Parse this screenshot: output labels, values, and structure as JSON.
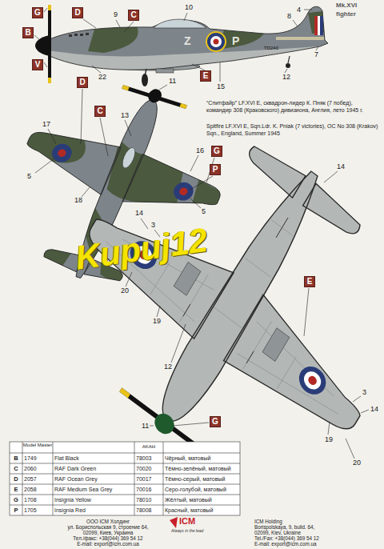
{
  "diagram": {
    "nodes": [
      {
        "text": [
          "G"
        ]
      },
      {
        "text": [
          "D"
        ]
      },
      {
        "text": [
          "B"
        ]
      },
      {
        "text": [
          "C"
        ]
      },
      {
        "text": [
          "V"
        ]
      },
      {
        "text": [
          "E"
        ]
      },
      {
        "text": [
          "D"
        ]
      },
      {
        "text": [
          "C"
        ]
      },
      {
        "text": [
          "G"
        ]
      },
      {
        "text": [
          "P"
        ]
      },
      {
        "text": [
          "E"
        ]
      },
      {
        "text": [
          "G"
        ]
      }
    ],
    "labels": [
      "Mk.XVI",
      "fighter",
      "9",
      "10",
      "4",
      "8",
      "7",
      "22",
      "15",
      "12",
      "Z",
      "P",
      "TD240",
      "“Спитфайр” LF.XVI E, сквадрон-лидер К. Пняк (7 побед), командир 308 (Краковского) дивизиона, Англия, лето 1945 г.",
      "Spitfire LF.XVI E, Sqn.Ldr. K. Pniak (7 victories), OC No 308 (Krakov) Sqn., England, Summer 1945",
      "17",
      "13",
      "11",
      "18",
      "5",
      "16",
      "5",
      "14",
      "14",
      "3",
      "20",
      "19",
      "12",
      "11",
      "19",
      "3",
      "14",
      "20",
      "Kupuj12",
      "Model Master",
      "AKAH",
      "B",
      "1749",
      "Flat Black",
      "78003",
      "Чёрный, матовый",
      "C",
      "2060",
      "RAF Dark Green",
      "70020",
      "Тёмно-зелёный, матовый",
      "D",
      "2057",
      "RAF Ocean Grey",
      "70017",
      "Тёмно-серый, матовый",
      "E",
      "2058",
      "RAF Medium Sea Grey",
      "70016",
      "Серо-голубой, матовый",
      "G",
      "1708",
      "Insignia Yellow",
      "78010",
      "Жёлтый, матовый",
      "P",
      "1705",
      "Insignia Red",
      "78008",
      "Красный, матовый",
      "ООО ICM Холдинг",
      "ул. Бориспольская 9, строение 64,",
      "02099, Киев, Украина",
      "Тел./факс: +38(044) 369 54 12",
      "E-mail: export@icm.com.ua",
      "ICM Holding",
      "Borispolskaya, 9, build. 64,",
      "02099, Kiev, Ukraine",
      "Tel./Fax: +38(044) 369 54 12",
      "E-mail: export@icm.com.ua",
      "ICM",
      "Always in the lead"
    ]
  }
}
